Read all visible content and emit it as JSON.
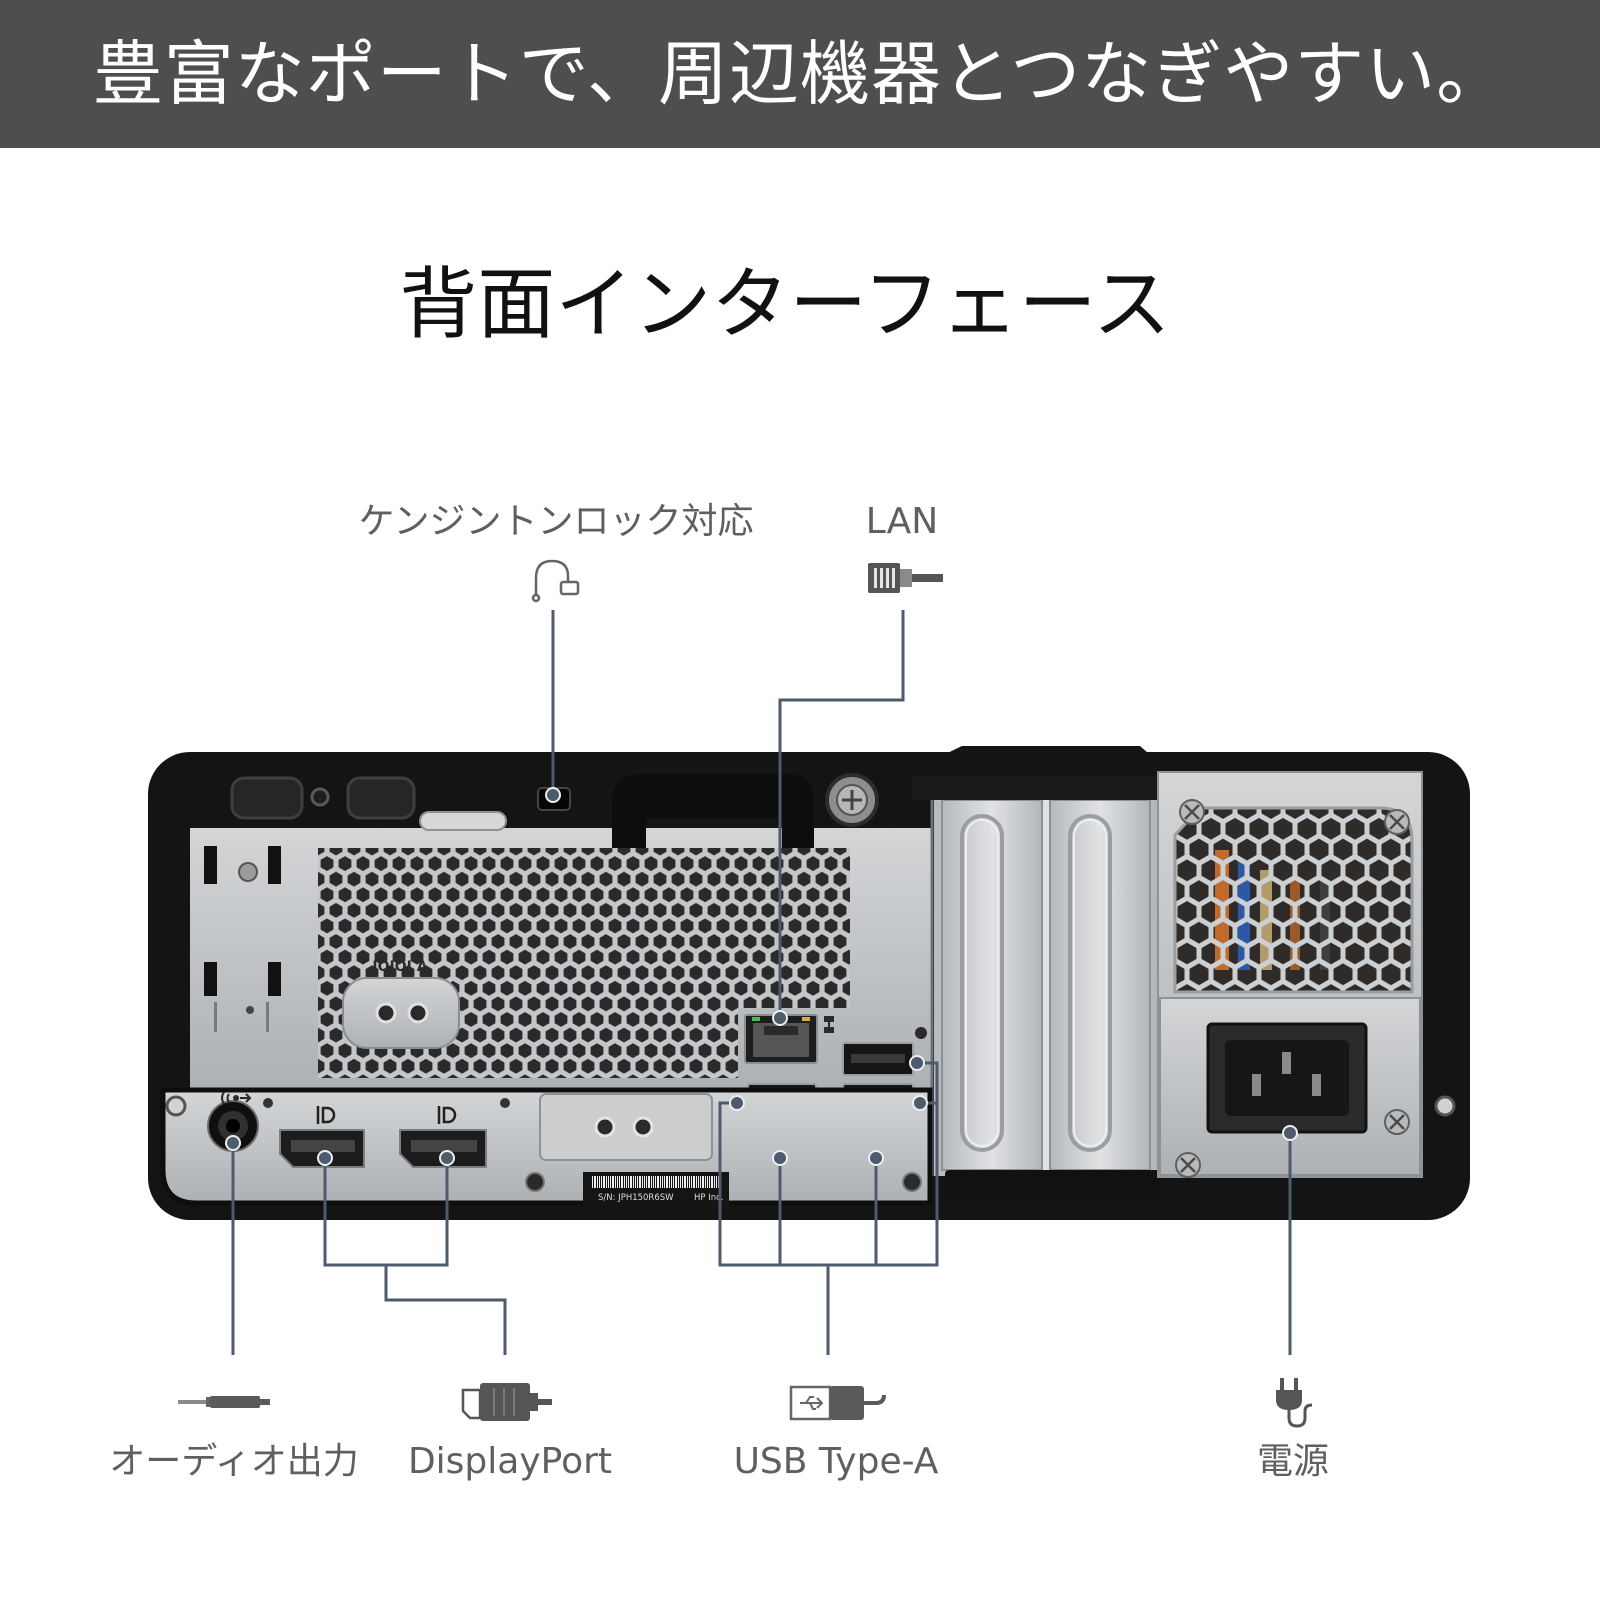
{
  "banner": {
    "title": "豊富なポートで、周辺機器とつなぎやすい。"
  },
  "heading": "背面インターフェース",
  "ports": {
    "kensington": {
      "label": "ケンジントンロック対応",
      "icon": "kensington-lock-icon"
    },
    "lan": {
      "label": "LAN",
      "icon": "lan-cable-icon"
    },
    "audio": {
      "label": "オーディオ出力",
      "icon": "audio-plug-icon"
    },
    "displayport": {
      "label": "DisplayPort",
      "icon": "displayport-plug-icon"
    },
    "usb": {
      "label": "USB Type-A",
      "icon": "usb-plug-icon"
    },
    "power": {
      "label": "電源",
      "icon": "power-plug-icon"
    }
  },
  "chassis_markings": {
    "serial_port": "IOIOI A",
    "serial_number": "S/N: JPH150R6SW",
    "maker": "HP Inc."
  },
  "colors": {
    "banner_bg": "#4e4e4e",
    "banner_text": "#ffffff",
    "heading_text": "#111111",
    "label_text": "#5f5f5f",
    "connector_line": "#4e5b6d",
    "chassis_black": "#141414",
    "chassis_silver": "#c4c6c9"
  }
}
